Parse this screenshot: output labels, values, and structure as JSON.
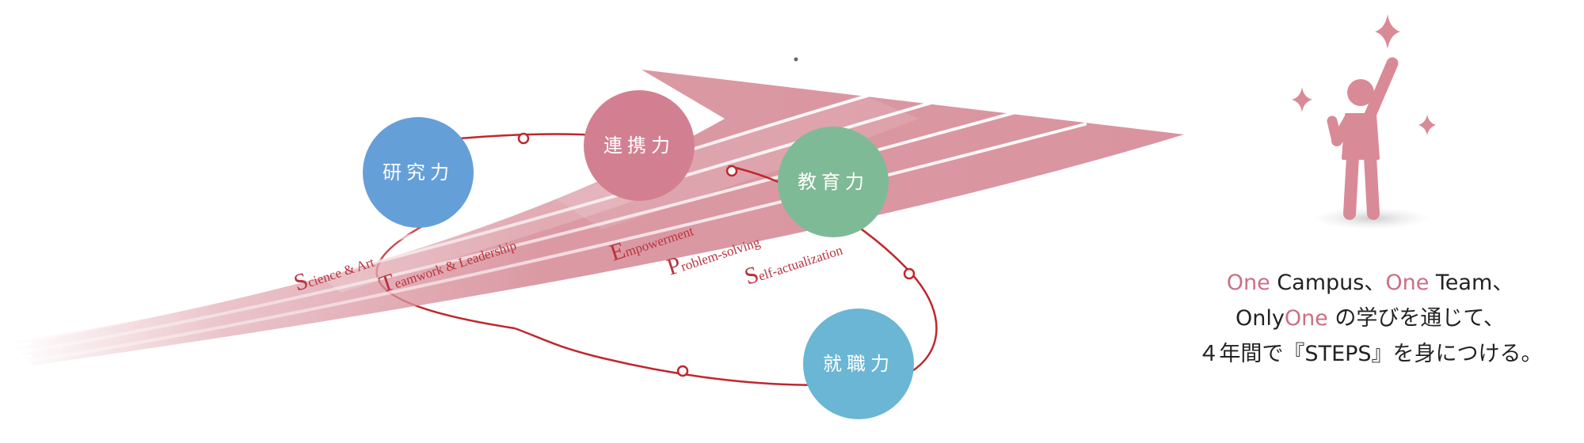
{
  "diagram": {
    "abilities": {
      "research": "研究力",
      "collaboration": "連携力",
      "education": "教育力",
      "employment": "就職力"
    },
    "steps": [
      {
        "initial": "S",
        "rest": "cience & Art"
      },
      {
        "initial": "T",
        "rest": "eamwork & Leadership"
      },
      {
        "initial": "E",
        "rest": "mpowerment"
      },
      {
        "initial": "P",
        "rest": "roblem-solving"
      },
      {
        "initial": "S",
        "rest": "elf-actualization"
      }
    ]
  },
  "caption": {
    "line1": [
      {
        "text": "One",
        "accent": true
      },
      {
        "text": " Campus、",
        "accent": false
      },
      {
        "text": "One",
        "accent": true
      },
      {
        "text": " Team、",
        "accent": false
      }
    ],
    "line2": [
      {
        "text": "Only",
        "accent": false
      },
      {
        "text": "One",
        "accent": true
      },
      {
        "text": " の学びを通じて、",
        "accent": false
      }
    ],
    "line3": [
      {
        "text": "４年間で『STEPS』を身につける。",
        "accent": false
      }
    ]
  },
  "colors": {
    "arrow": "#d9949f",
    "orbit": "#c0272d",
    "research": "#649fd8",
    "collaboration": "#d37f92",
    "education": "#7fba96",
    "employment": "#6ab6d4",
    "accent": "#cc6f84",
    "figure": "#d98a97"
  },
  "icons": [
    "person-raising-hand-icon",
    "sparkle-icon"
  ]
}
